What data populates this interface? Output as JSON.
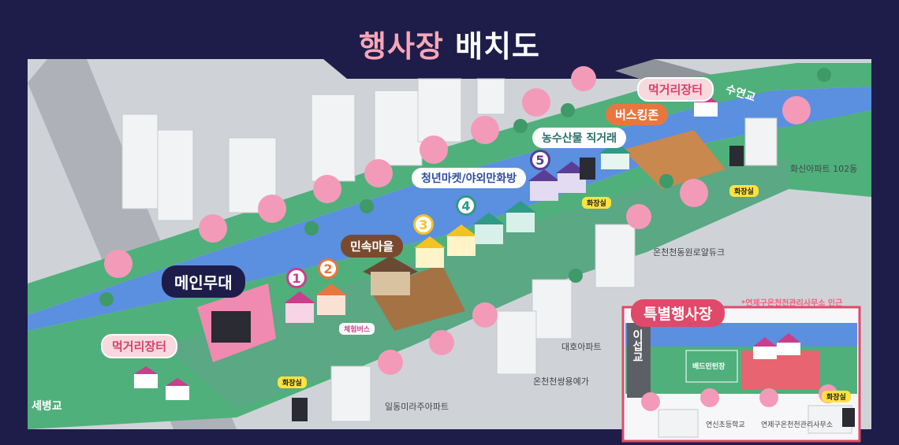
{
  "title": {
    "part1": "행사장",
    "part2": "배치도"
  },
  "zones": {
    "main_stage": "메인무대",
    "food_street_left": "먹거리장터",
    "food_street_right": "먹거리장터",
    "busking": "버스킹존",
    "farm_market": "농수산물 직거래",
    "youth_market": "청년마켓/야외만화방",
    "folk_village": "민속마을",
    "special_venue": "특별행사장",
    "special_venue_note": "*연제구온천천관리사무소 인근",
    "badminton": "배드민턴장"
  },
  "bridges": {
    "sebyeong": "세병교",
    "suyeon": "수연교",
    "iseop": "이섭교"
  },
  "booth_numbers": [
    "1",
    "2",
    "3",
    "4",
    "5"
  ],
  "booth_colors": [
    "#c93f8c",
    "#e8773f",
    "#f3c323",
    "#2f9a86",
    "#5b3e94"
  ],
  "tags": {
    "restroom": "화장실",
    "experience_bus": "체험버스"
  },
  "buildings": {
    "hwasin": "화신아파트 102동",
    "oncheon_royal": "온천천동원로얄듀크",
    "daeho": "대호아파트",
    "ssangyong": "온천천쌍용예가",
    "ildong": "일동미라주아파트",
    "yeonsin_school": "연신초등학교",
    "office": "연제구온천천관리사무소"
  },
  "colors": {
    "background": "#1e1d4a",
    "grass": "#4fb07c",
    "river": "#5b8fe0",
    "road": "#aeb2b8",
    "accent_pink": "#e0496a"
  }
}
